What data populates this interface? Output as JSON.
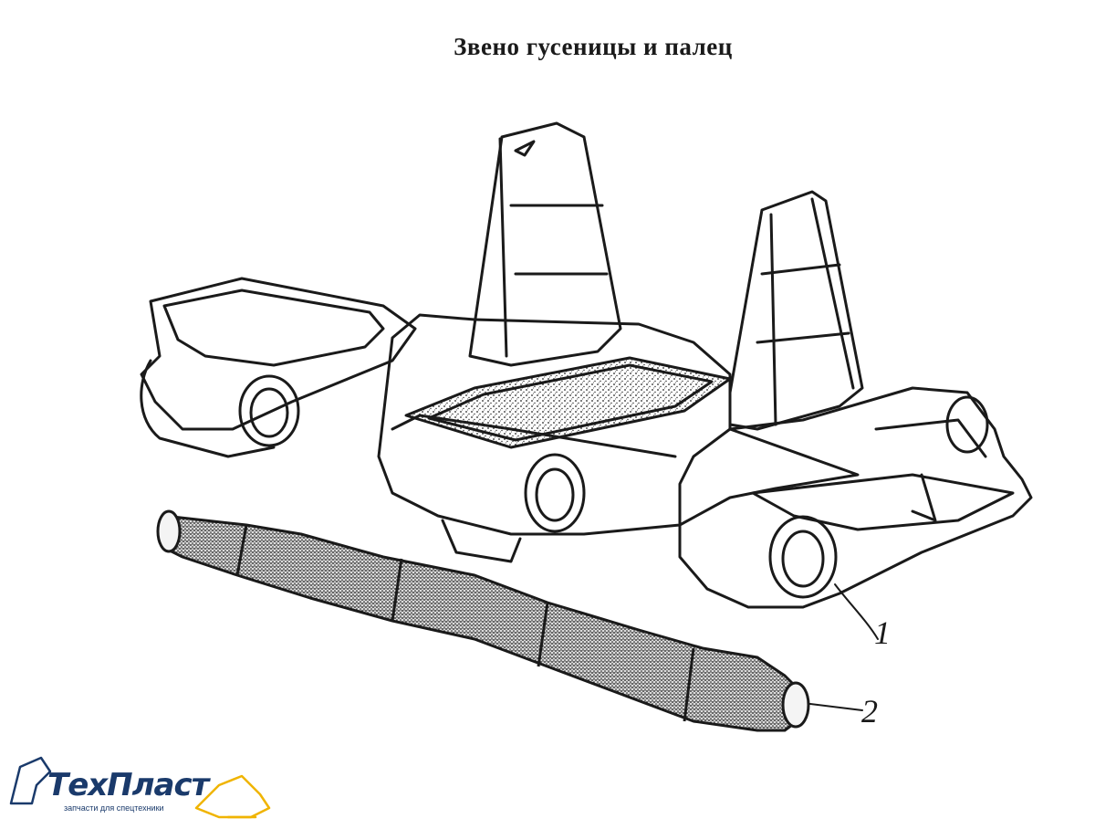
{
  "title": "Звено гусеницы и палец",
  "callouts": {
    "one": "1",
    "two": "2"
  },
  "logo": {
    "name": "ТехПласт",
    "tagline": "запчасти для спецтехники",
    "colors": {
      "text": "#1a3a6b",
      "accent": "#f0b400"
    }
  }
}
